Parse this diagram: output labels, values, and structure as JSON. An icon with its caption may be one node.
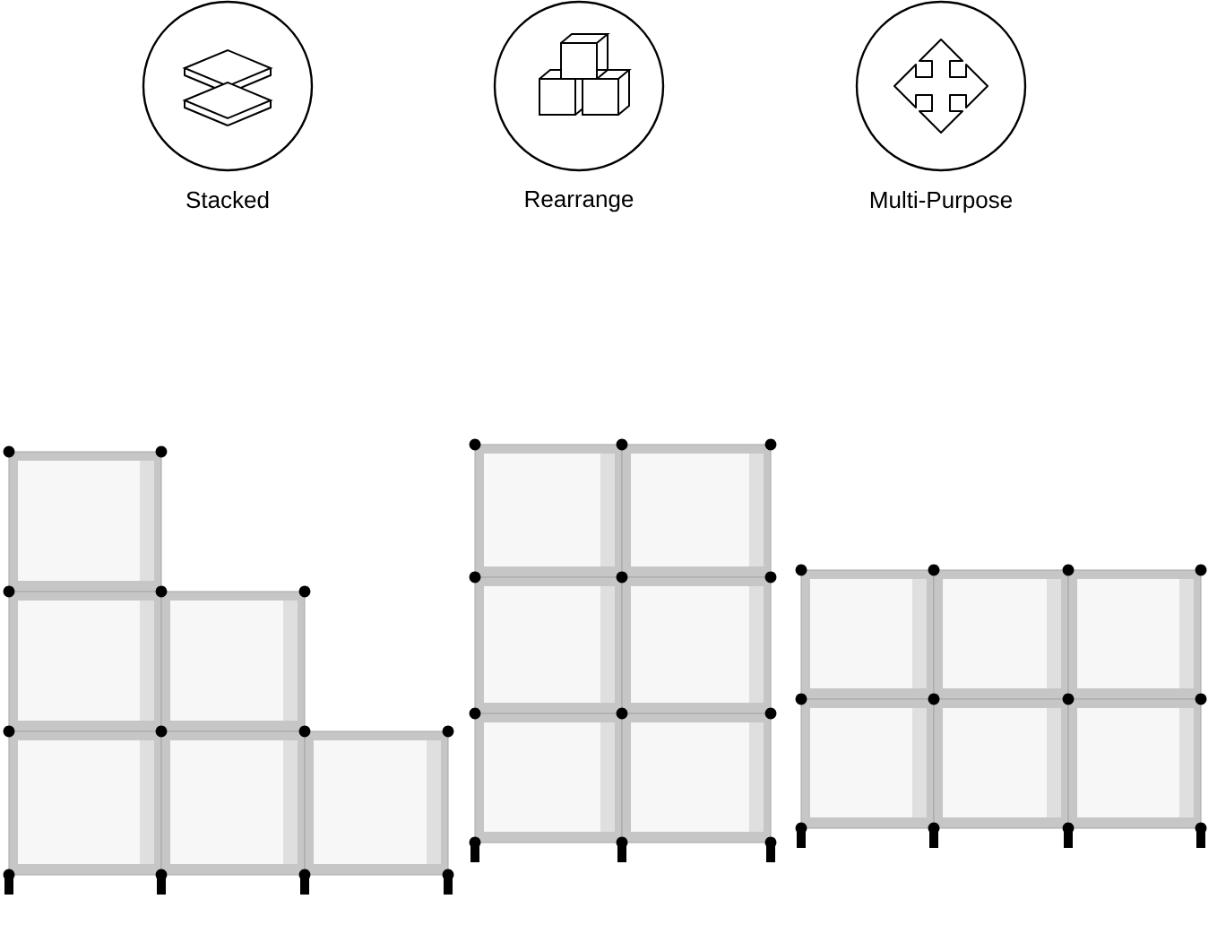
{
  "diagram": {
    "nodes": [
      {
        "text": [
          "Stacked"
        ]
      },
      {
        "text": [
          "Rearrange"
        ]
      },
      {
        "text": [
          "Multi-Purpose"
        ]
      }
    ]
  }
}
